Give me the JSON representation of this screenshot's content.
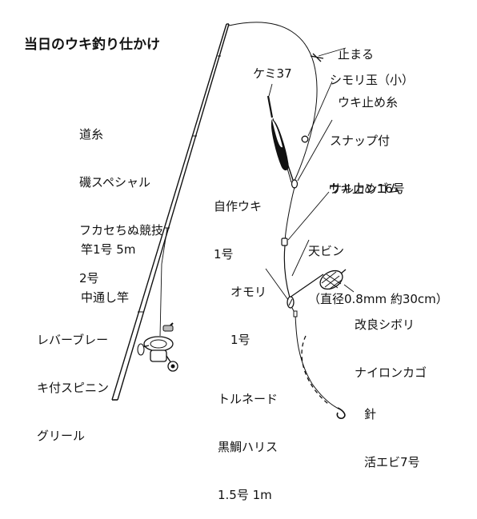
{
  "title": "当日のウキ釣り仕かけ",
  "labels": {
    "michiito": [
      "道糸",
      "磯スペシャル",
      "フカセちぬ競技",
      "2号"
    ],
    "sao": [
      "竿1号 5m",
      "中通し竿"
    ],
    "reel": [
      "レバーブレー",
      "キ付スピニン",
      "グリール"
    ],
    "kemi": "ケミ37",
    "tomaru": [
      "止まる",
      "ウキ止め糸"
    ],
    "shimoridama": "シモリ玉（小）",
    "snap": [
      "スナップ付",
      "サルカン16号"
    ],
    "uki": [
      "自作ウキ",
      "1号"
    ],
    "ukidomegomu": "ウキ止めゴム",
    "tenbin": [
      "天ビン",
      "（直径0.8mm 約30cm）"
    ],
    "omori": [
      "オモリ",
      "1号"
    ],
    "kago": [
      "改良シボリ",
      "ナイロンカゴ"
    ],
    "harisu": [
      "トルネード",
      "黒鯛ハリス",
      "1.5号 1m"
    ],
    "hari": [
      "針",
      "活エビ7号"
    ]
  }
}
